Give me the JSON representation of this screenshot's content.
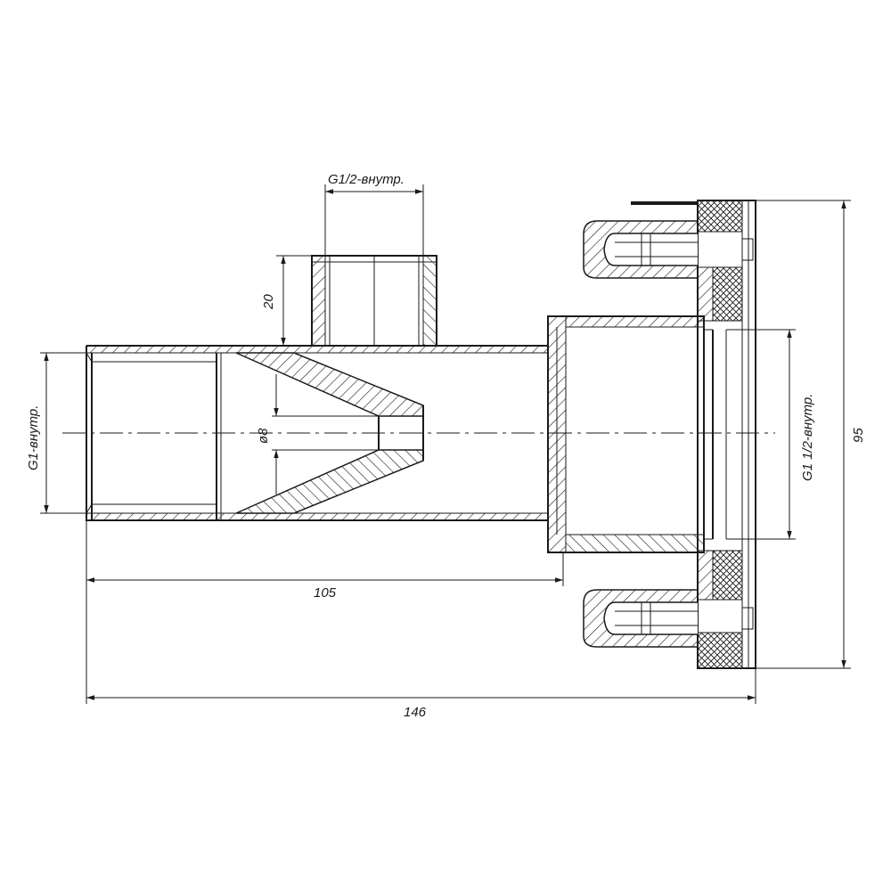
{
  "drawing": {
    "labels": {
      "top_thread": "G1/2-внутр.",
      "left_thread": "G1-внутр.",
      "right_thread": "G1 1/2-внутр.",
      "nozzle": "ø8"
    },
    "dimensions": {
      "branch_height": "20",
      "inner_length": "105",
      "total_length": "146",
      "total_height": "95"
    }
  }
}
